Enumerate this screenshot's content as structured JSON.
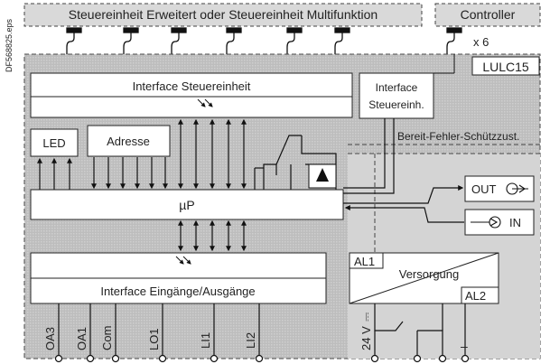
{
  "file_id": "DF568825.eps",
  "top_left_box": "Steuereinheit Erweitert oder Steuereinheit Multifunktion",
  "top_right_box": "Controller",
  "connector_count": "x 6",
  "module_name": "LULC15",
  "interface_control_unit": "Interface Steuereinheit",
  "interface_control_unit_short": "Interface Steuereinh.",
  "led": "LED",
  "address": "Adresse",
  "status_text": "Bereit-Fehler-Schützzust.",
  "microprocessor": "µP",
  "output_label": "OUT",
  "input_label": "IN",
  "interface_io": "Interface Eingänge/Ausgänge",
  "al1": "AL1",
  "al2": "AL2",
  "power_supply": "Versorgung",
  "terminals": [
    "OA3",
    "OA1",
    "Com",
    "LO1",
    "LI1",
    "LI2"
  ],
  "supply_voltage": "24 V",
  "dc_symbol": "⎓",
  "minus_symbol": "–"
}
